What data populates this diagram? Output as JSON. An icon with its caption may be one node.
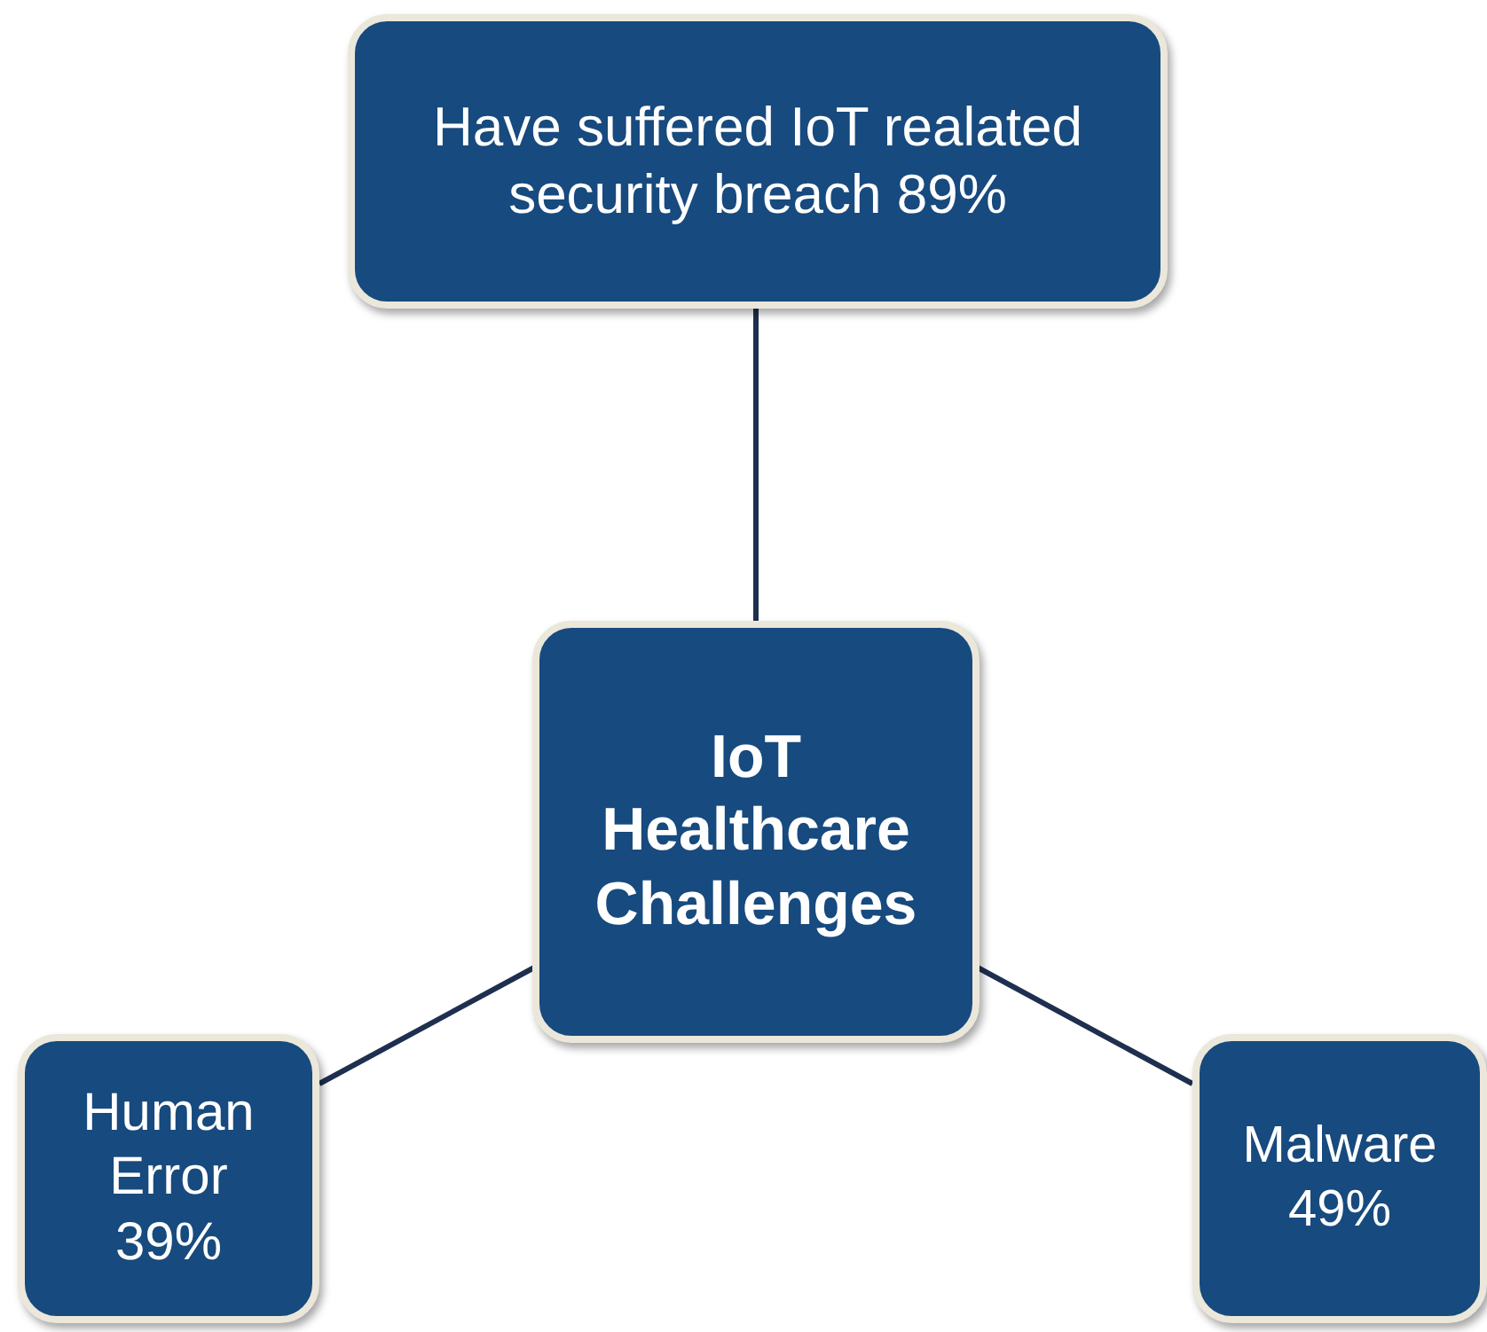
{
  "diagram": {
    "nodes": [
      {
        "text": [
          "Have suffered IoT realated security breach 89%"
        ]
      },
      {
        "text": [
          "IoT Healthcare Challenges"
        ]
      },
      {
        "text": [
          "Human Error 39%"
        ]
      },
      {
        "text": [
          "Malware 49%"
        ]
      }
    ],
    "edges": [
      {
        "from": 1,
        "to": 0,
        "arrow": "none"
      },
      {
        "from": 1,
        "to": 2,
        "arrow": "none"
      },
      {
        "from": 1,
        "to": 3,
        "arrow": "none"
      }
    ]
  }
}
